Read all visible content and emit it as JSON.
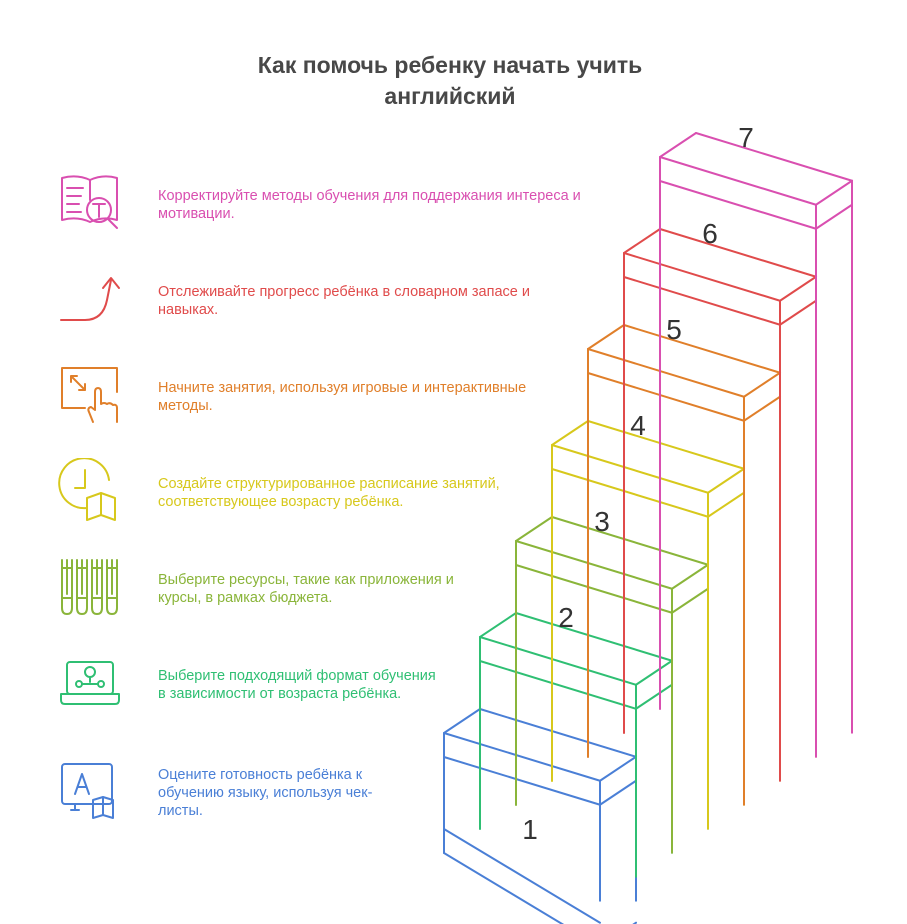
{
  "title": {
    "line1": "Как помочь ребенку начать учить",
    "line2": "английский"
  },
  "steps": [
    {
      "number": "1",
      "color": "#4a7fd6",
      "icon": "tablet-letter-a-book-icon",
      "text_lines": [
        "Оцените готовность ребёнка к",
        "обучению языку, используя чек-",
        "листы."
      ]
    },
    {
      "number": "2",
      "color": "#2fbf73",
      "icon": "online-class-laptop-icon",
      "text_lines": [
        "Выберите подходящий формат обучения",
        "в зависимости от возраста ребёнка."
      ]
    },
    {
      "number": "3",
      "color": "#8ab53a",
      "icon": "pencils-resources-icon",
      "text_lines": [
        "Выберите ресурсы, такие как приложения и",
        "курсы, в рамках бюджета."
      ]
    },
    {
      "number": "4",
      "color": "#d7c81c",
      "icon": "clock-book-schedule-icon",
      "text_lines": [
        "Создайте структурированное расписание занятий,",
        "соответствующее возрасту ребёнка."
      ]
    },
    {
      "number": "5",
      "color": "#e07f2a",
      "icon": "touch-screen-interactive-icon",
      "text_lines": [
        "Начните занятия, используя игровые и интерактивные",
        "методы."
      ]
    },
    {
      "number": "6",
      "color": "#e04b4b",
      "icon": "rising-arrow-progress-icon",
      "text_lines": [
        "Отслеживайте прогресс ребёнка в словарном запасе и",
        "навыках."
      ]
    },
    {
      "number": "7",
      "color": "#d94fb0",
      "icon": "book-magnifier-text-icon",
      "text_lines": [
        "Корректируйте методы обучения для поддержания интереса и",
        "мотивации."
      ]
    }
  ]
}
